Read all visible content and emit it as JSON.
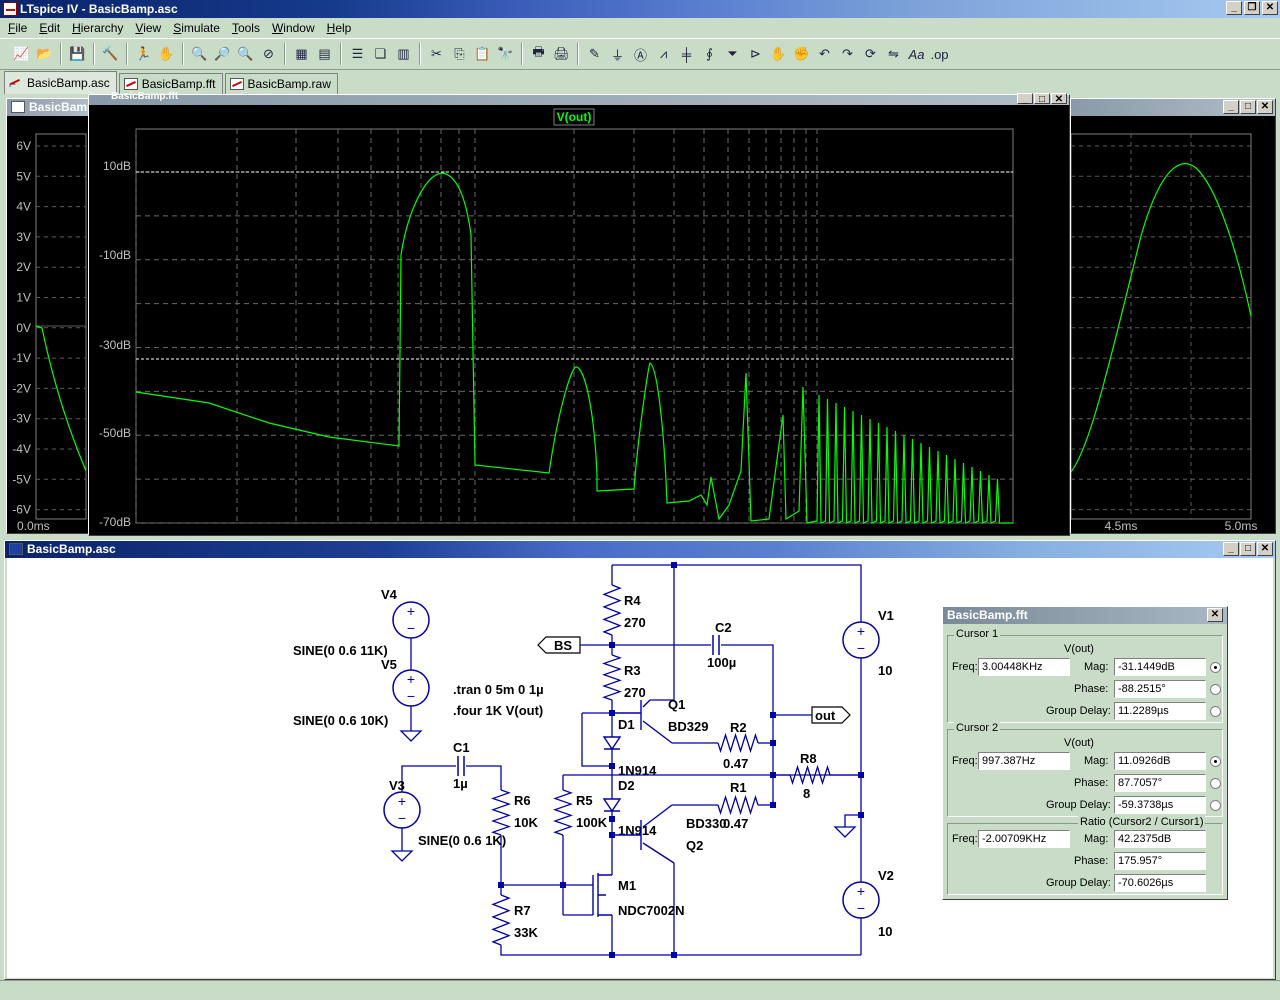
{
  "app": {
    "title": "LTspice IV - BasicBamp.asc"
  },
  "menu": [
    {
      "label": "File",
      "key": "F"
    },
    {
      "label": "Edit",
      "key": "E"
    },
    {
      "label": "Hierarchy",
      "key": "H"
    },
    {
      "label": "View",
      "key": "V"
    },
    {
      "label": "Simulate",
      "key": "S"
    },
    {
      "label": "Tools",
      "key": "T"
    },
    {
      "label": "Window",
      "key": "W"
    },
    {
      "label": "Help",
      "key": "H"
    }
  ],
  "tabs": [
    {
      "label": "BasicBamp.asc"
    },
    {
      "label": "BasicBamp.fft"
    },
    {
      "label": "BasicBamp.raw"
    }
  ],
  "windows": {
    "raw_left_title": "BasicBamp",
    "fft_title": "BasicBamp.fft",
    "schematic_title": "BasicBamp.asc"
  },
  "fft_plot": {
    "trace_label": "V(out)",
    "y_ticks": [
      "10dB",
      "-10dB",
      "-30dB",
      "-50dB",
      "-70dB"
    ],
    "trace_color": "#00ff00"
  },
  "raw_plot": {
    "y_ticks": [
      "6V",
      "5V",
      "4V",
      "3V",
      "2V",
      "1V",
      "0V",
      "-1V",
      "-2V",
      "-3V",
      "-4V",
      "-5V",
      "-6V"
    ],
    "x_left": "0.0ms",
    "x_ticks_right": [
      "4.5ms",
      "5.0ms"
    ]
  },
  "schematic": {
    "labels": {
      "V4": "V4",
      "V5": "V5",
      "V3": "V3",
      "V1": "V1",
      "V2": "V2",
      "sine4": "SINE(0 0.6 11K)",
      "sine5": "SINE(0 0.6 10K)",
      "sine3": "SINE(0 0.6 1K)",
      "v1val": "10",
      "v2val": "10",
      "R4": "R4",
      "R4v": "270",
      "R3": "R3",
      "R3v": "270",
      "C2": "C2",
      "C2v": "100µ",
      "C1": "C1",
      "C1v": "1µ",
      "R6": "R6",
      "R6v": "10K",
      "R5": "R5",
      "R5v": "100K",
      "R7": "R7",
      "R7v": "33K",
      "R2": "R2",
      "R2v": "0.47",
      "R1": "R1",
      "R1v": "0.47",
      "R8": "R8",
      "R8v": "8",
      "Q1": "Q1",
      "Q1m": "BD329",
      "Q2": "Q2",
      "Q2m": "BD330",
      "D1": "D1",
      "D1m": "1N914",
      "D2": "D2",
      "D2m": "1N914",
      "M1": "M1",
      "M1m": "NDC7002N",
      "BS": "BS",
      "out": "out",
      "tran": ".tran 0 5m 0 1µ",
      "four": ".four 1K V(out)"
    }
  },
  "fft_dialog": {
    "title": "BasicBamp.fft",
    "cursor1": {
      "group": "Cursor 1",
      "trace": "V(out)",
      "freq_label": "Freq:",
      "freq": "3.00448KHz",
      "mag_label": "Mag:",
      "mag": "-31.1449dB",
      "phase_label": "Phase:",
      "phase": "-88.2515°",
      "gd_label": "Group Delay:",
      "gd": "11.2289µs"
    },
    "cursor2": {
      "group": "Cursor 2",
      "trace": "V(out)",
      "freq_label": "Freq:",
      "freq": "997.387Hz",
      "mag_label": "Mag:",
      "mag": "11.0926dB",
      "phase_label": "Phase:",
      "phase": "87.7057°",
      "gd_label": "Group Delay:",
      "gd": "-59.3738µs"
    },
    "ratio": {
      "group": "Ratio (Cursor2 / Cursor1)",
      "freq_label": "Freq:",
      "freq": "-2.00709KHz",
      "mag_label": "Mag:",
      "mag": "42.2375dB",
      "phase_label": "Phase:",
      "phase": "175.957°",
      "gd_label": "Group Delay:",
      "gd": "-70.6026µs"
    }
  }
}
